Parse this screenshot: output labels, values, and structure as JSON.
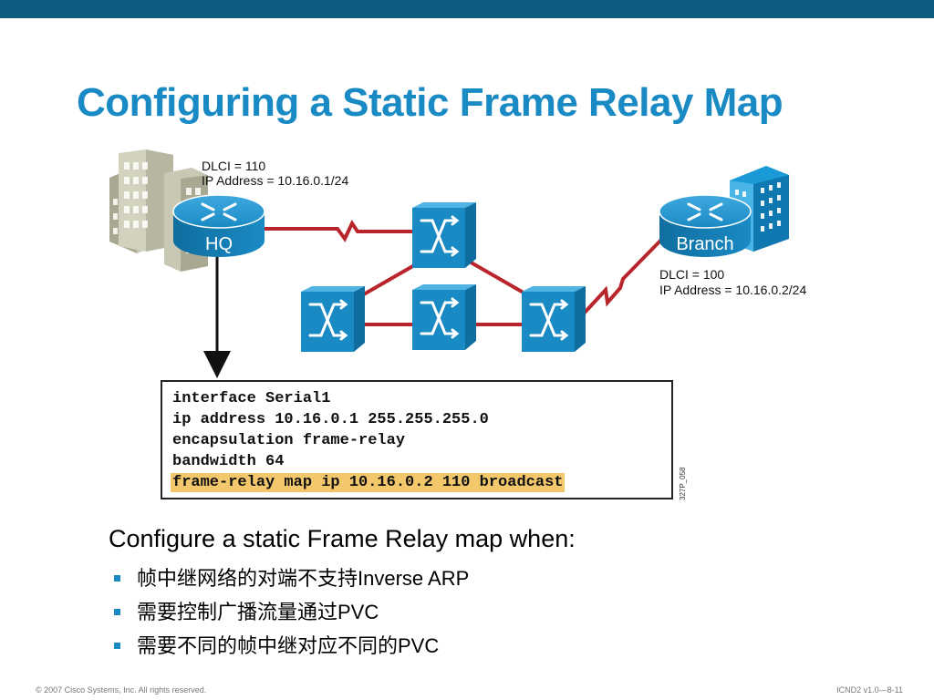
{
  "slide": {
    "title": "Configuring a Static Frame Relay Map",
    "footer_left": "© 2007 Cisco Systems, Inc. All rights reserved.",
    "footer_right": "ICND2 v1.0—8-11",
    "figure_id": "327P_058"
  },
  "diagram": {
    "hq": {
      "label": "HQ",
      "dlci": "DLCI = 110",
      "ip": "IP Address = 10.16.0.1/24"
    },
    "branch": {
      "label": "Branch",
      "dlci": "DLCI = 100",
      "ip": "IP Address = 10.16.0.2/24"
    },
    "colors": {
      "router": "#1a8ac4",
      "switch": "#1a8ac4",
      "link": "#b8262b",
      "building": "#c8c8b4",
      "branch_building": "#1a9ad6"
    }
  },
  "config": {
    "lines": [
      "interface Serial1",
      "ip address 10.16.0.1 255.255.255.0",
      "encapsulation frame-relay",
      "bandwidth 64",
      "frame-relay map ip 10.16.0.2 110 broadcast"
    ],
    "highlight_color": "#f3c76b"
  },
  "body": {
    "intro": "Configure a static Frame Relay map when:",
    "bullets": [
      "帧中继网络的对端不支持Inverse ARP",
      "需要控制广播流量通过PVC",
      "需要不同的帧中继对应不同的PVC"
    ]
  }
}
